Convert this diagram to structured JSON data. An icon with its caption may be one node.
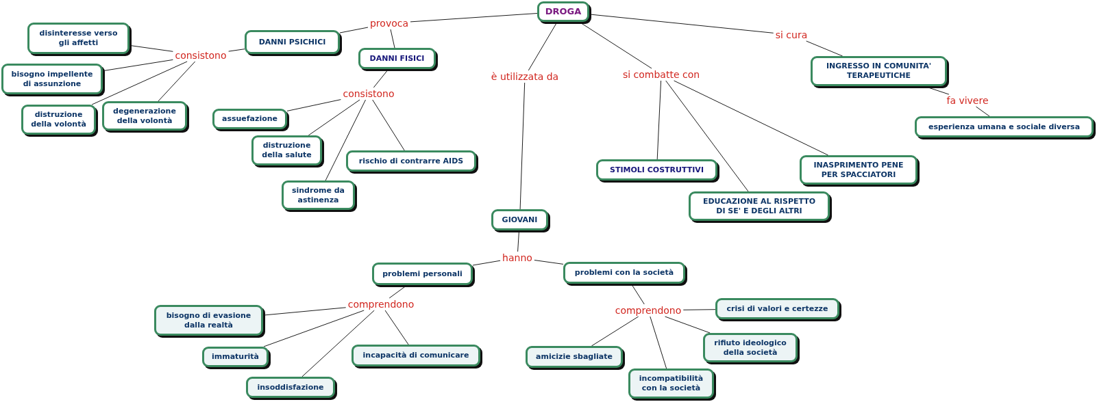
{
  "diagram": {
    "nodes": [
      {
        "text": [
          "DROGA"
        ]
      },
      {
        "text": [
          "provoca"
        ]
      },
      {
        "text": [
          "DANNI PSICHICI"
        ]
      },
      {
        "text": [
          "DANNI FISICI"
        ]
      },
      {
        "text": [
          "è utilizzata da"
        ]
      },
      {
        "text": [
          "si combatte con"
        ]
      },
      {
        "text": [
          "si cura"
        ]
      },
      {
        "text": [
          "INGRESSO IN COMUNITA' TERAPEUTICHE"
        ]
      },
      {
        "text": [
          "fa vivere"
        ]
      },
      {
        "text": [
          "esperienza umana e sociale diversa"
        ]
      },
      {
        "text": [
          "consistono"
        ]
      },
      {
        "text": [
          "disinteresse verso gli affetti"
        ]
      },
      {
        "text": [
          "bisogno impellente di assunzione"
        ]
      },
      {
        "text": [
          "distruzione della volontà"
        ]
      },
      {
        "text": [
          "degenerazione della volontà"
        ]
      },
      {
        "text": [
          "consistono"
        ]
      },
      {
        "text": [
          "assuefazione"
        ]
      },
      {
        "text": [
          "distruzione della salute"
        ]
      },
      {
        "text": [
          "rischio di contrarre AIDS"
        ]
      },
      {
        "text": [
          "sindrome da astinenza"
        ]
      },
      {
        "text": [
          "STIMOLI COSTRUTTIVI"
        ]
      },
      {
        "text": [
          "INASPRIMENTO PENE PER SPACCIATORI"
        ]
      },
      {
        "text": [
          "EDUCAZIONE AL RISPETTO DI SE' E DEGLI ALTRI"
        ]
      },
      {
        "text": [
          "GIOVANI"
        ]
      },
      {
        "text": [
          "hanno"
        ]
      },
      {
        "text": [
          "problemi personali"
        ]
      },
      {
        "text": [
          "problemi con la società"
        ]
      },
      {
        "text": [
          "comprendono"
        ]
      },
      {
        "text": [
          "comprendono"
        ]
      },
      {
        "text": [
          "crisi di valori e certezze"
        ]
      },
      {
        "text": [
          "bisogno di evasione dalla realtà"
        ]
      },
      {
        "text": [
          "rifiuto ideologico della società"
        ]
      },
      {
        "text": [
          "immaturità"
        ]
      },
      {
        "text": [
          "incapacità di comunicare"
        ]
      },
      {
        "text": [
          "amicizie sbagliate"
        ]
      },
      {
        "text": [
          "insoddisfazione"
        ]
      },
      {
        "text": [
          "incompatibilità con la società"
        ]
      }
    ],
    "edges": [
      {
        "from": 0,
        "to": 1,
        "arrow": "none"
      },
      {
        "from": 1,
        "to": 2,
        "arrow": "none"
      },
      {
        "from": 1,
        "to": 3,
        "arrow": "none"
      },
      {
        "from": 0,
        "to": 4,
        "arrow": "none"
      },
      {
        "from": 4,
        "to": 23,
        "arrow": "none"
      },
      {
        "from": 0,
        "to": 5,
        "arrow": "none"
      },
      {
        "from": 5,
        "to": 20,
        "arrow": "none"
      },
      {
        "from": 5,
        "to": 22,
        "arrow": "none"
      },
      {
        "from": 5,
        "to": 21,
        "arrow": "none"
      },
      {
        "from": 0,
        "to": 6,
        "arrow": "none"
      },
      {
        "from": 6,
        "to": 7,
        "arrow": "none"
      },
      {
        "from": 7,
        "to": 8,
        "arrow": "none"
      },
      {
        "from": 8,
        "to": 9,
        "arrow": "none"
      },
      {
        "from": 2,
        "to": 10,
        "arrow": "none"
      },
      {
        "from": 10,
        "to": 11,
        "arrow": "none"
      },
      {
        "from": 10,
        "to": 12,
        "arrow": "none"
      },
      {
        "from": 10,
        "to": 13,
        "arrow": "none"
      },
      {
        "from": 10,
        "to": 14,
        "arrow": "none"
      },
      {
        "from": 3,
        "to": 15,
        "arrow": "none"
      },
      {
        "from": 15,
        "to": 16,
        "arrow": "none"
      },
      {
        "from": 15,
        "to": 17,
        "arrow": "none"
      },
      {
        "from": 15,
        "to": 19,
        "arrow": "none"
      },
      {
        "from": 15,
        "to": 18,
        "arrow": "none"
      },
      {
        "from": 23,
        "to": 24,
        "arrow": "none"
      },
      {
        "from": 24,
        "to": 25,
        "arrow": "none"
      },
      {
        "from": 24,
        "to": 26,
        "arrow": "none"
      },
      {
        "from": 25,
        "to": 27,
        "arrow": "none"
      },
      {
        "from": 27,
        "to": 30,
        "arrow": "none"
      },
      {
        "from": 27,
        "to": 32,
        "arrow": "none"
      },
      {
        "from": 27,
        "to": 35,
        "arrow": "none"
      },
      {
        "from": 27,
        "to": 33,
        "arrow": "none"
      },
      {
        "from": 26,
        "to": 28,
        "arrow": "none"
      },
      {
        "from": 28,
        "to": 29,
        "arrow": "none"
      },
      {
        "from": 28,
        "to": 34,
        "arrow": "none"
      },
      {
        "from": 28,
        "to": 36,
        "arrow": "none"
      },
      {
        "from": 28,
        "to": 31,
        "arrow": "none"
      }
    ]
  }
}
